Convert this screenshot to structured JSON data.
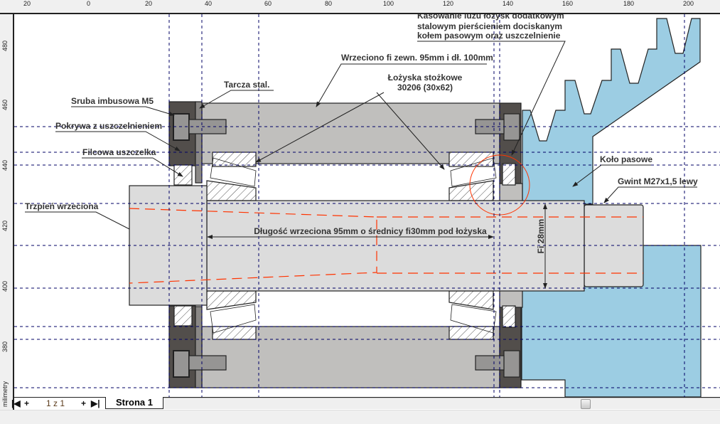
{
  "ruler": {
    "top_ticks": [
      "20",
      "0",
      "20",
      "40",
      "60",
      "80",
      "100",
      "120",
      "140",
      "160",
      "180",
      "200"
    ],
    "left_ticks": [
      "480",
      "460",
      "440",
      "420",
      "400",
      "380"
    ],
    "unit": "milimetry"
  },
  "annotations": {
    "kasowanie": [
      "Kasowanie luzu łożysk dodatkowym",
      "stalowym pierścieniem dociskanym",
      "kołem pasowym oraz uszczelnienie"
    ],
    "wrzeciono": "Wrzeciono  fi zewn. 95mm i dł. 100mm",
    "lozyska": [
      "Łożyska stożkowe",
      "30206 (30x62)"
    ],
    "tarcza": "Tarcza stal.",
    "sruba": "Sruba imbusowa M5",
    "pokrywa": "Pokrywa z uszczelnieniem",
    "filcowa": "Filcowa uszczelka",
    "trzpien": "Trzpień wrzeciona",
    "dlugosc": "Długość wrzeciona 95mm o średnicy fi30mm pod łożyska",
    "fi28": "Fi 28mm",
    "kolo": "Koło pasowe",
    "gwint": "Gwint M27x1,5 lewy"
  },
  "pages": {
    "first": "|◀",
    "add_before": "+",
    "counter": "1 z 1",
    "add_after": "+",
    "last": "▶|",
    "tab": "Strona 1"
  },
  "colors": {
    "housing": "#c0bfbd",
    "cover": "#524e4b",
    "plate": "#8a8886",
    "shaft": "#dcdcdc",
    "pulley": "#9ccde3",
    "guide": "#000066",
    "center": "#ff3300"
  }
}
